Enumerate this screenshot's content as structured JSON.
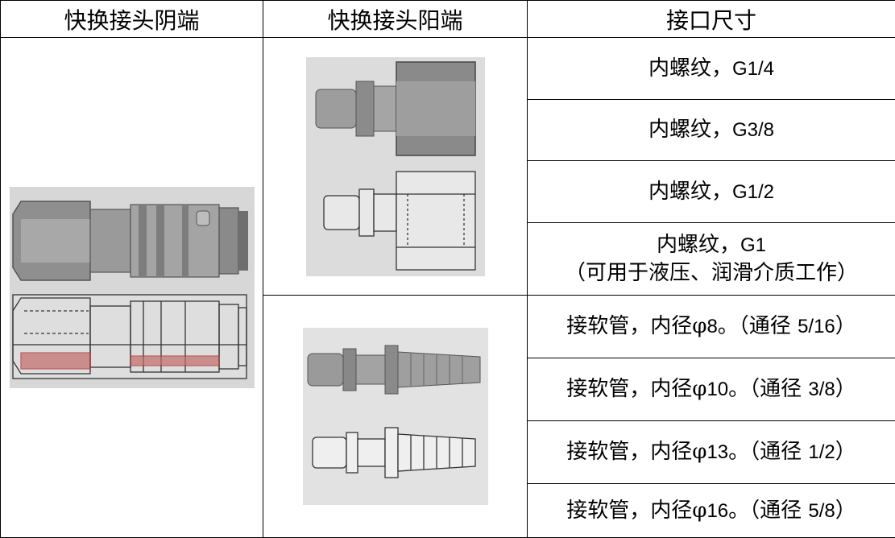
{
  "headers": {
    "female": "快换接头阴端",
    "male": "快换接头阳端",
    "size": "接口尺寸"
  },
  "rows": [
    {
      "label": "内螺纹，",
      "code": "G1/4"
    },
    {
      "label": "内螺纹，",
      "code": "G3/8"
    },
    {
      "label": "内螺纹，",
      "code": "G1/2"
    },
    {
      "label": "内螺纹，",
      "code": "G1",
      "sub": "（可用于液压、润滑介质工作）"
    },
    {
      "label": "接软管，内径",
      "phi": "φ",
      "code": "8",
      "tail": "。（通径 ",
      "code2": "5/16",
      "end": "）"
    },
    {
      "label": "接软管，内径",
      "phi": "φ",
      "code": "10",
      "tail": "。（通径 ",
      "code2": "3/8",
      "end": "）"
    },
    {
      "label": "接软管，内径",
      "phi": "φ",
      "code": "13",
      "tail": "。（通径 ",
      "code2": "1/2",
      "end": "）"
    },
    {
      "label": "接软管，内径",
      "phi": "φ",
      "code": "16",
      "tail": "。（通径 ",
      "code2": "5/8",
      "end": "）"
    }
  ],
  "images": {
    "female": "female-coupler-photo-and-section",
    "male_thread": "male-plug-threaded-photo-and-outline",
    "male_hose": "male-plug-hose-barb-photo-and-outline"
  }
}
